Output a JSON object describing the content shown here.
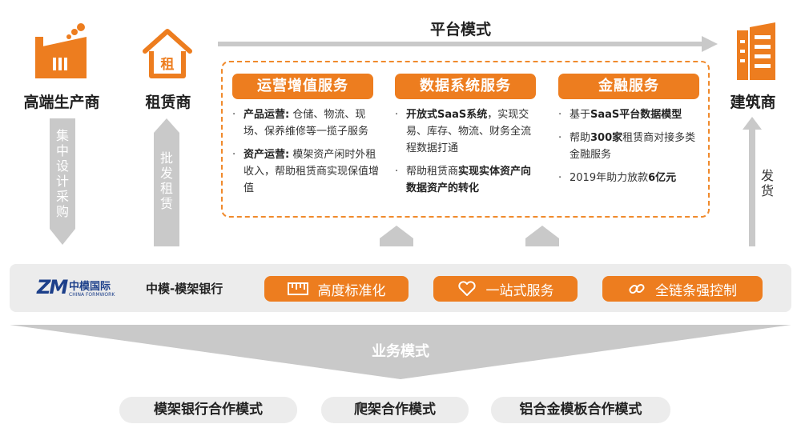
{
  "actors": {
    "manufacturer": "高端生产商",
    "lessor": "租赁商",
    "lessor_icon_char": "租",
    "builder": "建筑商"
  },
  "flows": {
    "procurement": "集中设计采购",
    "wholesale": "批发租赁",
    "delivery": "发货"
  },
  "platform": {
    "label": "平台模式"
  },
  "services": [
    {
      "title": "运营增值服务",
      "items": [
        {
          "bold": "产品运营:",
          "text": " 仓储、物流、现场、保养维修等一揽子服务"
        },
        {
          "bold": "资产运营:",
          "text": " 模架资产闲时外租收入，帮助租赁商实现保值增值"
        }
      ]
    },
    {
      "title": "数据系统服务",
      "items": [
        {
          "bold": "开放式SaaS系统",
          "text": "，实现交易、库存、物流、财务全流程数据打通"
        },
        {
          "text": "帮助租赁商",
          "bold": "实现实体资产向数据资产的转化"
        }
      ]
    },
    {
      "title": "金融服务",
      "items": [
        {
          "text": "基于",
          "bold": "SaaS平台数据模型"
        },
        {
          "text": "帮助",
          "bold": "300家",
          "text2": "租赁商对接多类金融服务"
        },
        {
          "text": "2019年助力放款",
          "bold": "6亿元"
        }
      ]
    }
  ],
  "company": {
    "logo_mark": "ZM",
    "logo_cn": "中模国际",
    "logo_en": "CHINA FORMWORK",
    "name": "中模-模架银行"
  },
  "features": [
    {
      "label": "高度标准化",
      "icon": "ruler-icon"
    },
    {
      "label": "一站式服务",
      "icon": "heart-icon"
    },
    {
      "label": "全链条强控制",
      "icon": "link-icon"
    }
  ],
  "business": {
    "label": "业务模式",
    "modes": [
      "模架银行合作模式",
      "爬架合作模式",
      "铝合金模板合作模式"
    ]
  },
  "colors": {
    "orange": "#ed7d1f",
    "gray": "#c9c9c9",
    "band": "#ececec"
  }
}
